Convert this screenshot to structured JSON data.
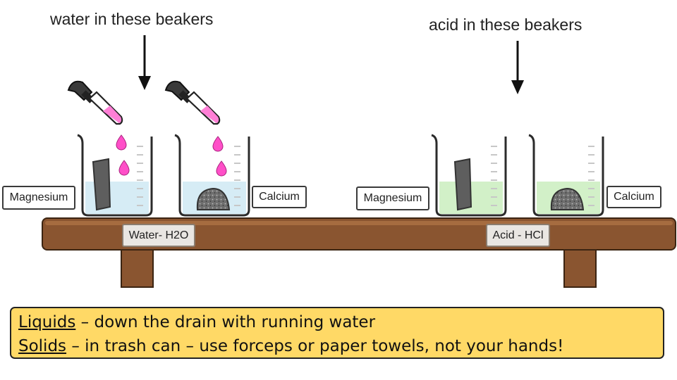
{
  "headings": {
    "water": "water in these beakers",
    "acid": "acid in these beakers"
  },
  "beaker_labels": {
    "water_magnesium": "Magnesium",
    "water_calcium": "Calcium",
    "acid_magnesium": "Magnesium",
    "acid_calcium": "Calcium"
  },
  "shelf_labels": {
    "water": "Water- H2O",
    "acid": "Acid - HCl"
  },
  "disposal": {
    "liquids_term": "Liquids",
    "liquids_text": " – down the drain with running water",
    "solids_term": "Solids",
    "solids_text": " – in trash can – use forceps or paper towels, not your hands!"
  },
  "colors": {
    "water": "#d6ecf5",
    "acid": "#d2f0c8",
    "shelf": "#8a5530",
    "drop": "#ff4fc8",
    "note_bg": "#ffd966"
  },
  "icons": [
    "arrow-down-icon",
    "dropper-icon",
    "drop-icon",
    "beaker-icon",
    "magnesium-strip-icon",
    "calcium-lump-icon"
  ]
}
